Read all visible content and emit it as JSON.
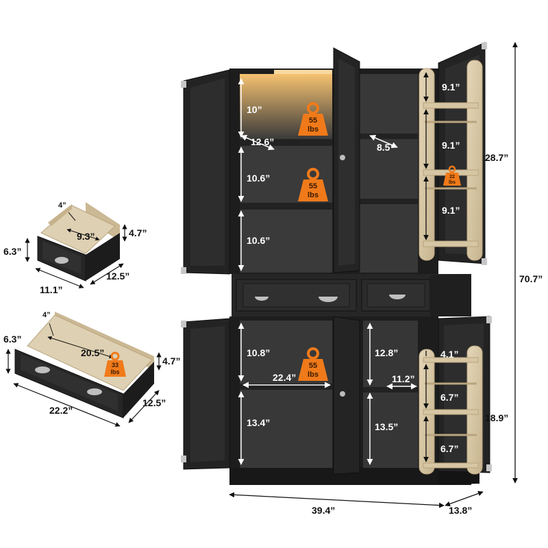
{
  "colors": {
    "cabinet": "#262626",
    "cabinet_dark": "#161616",
    "interior": "#3a3a3a",
    "wood": "#d9c9a8",
    "wood_edge": "#b9a47e",
    "weight_badge": "#f07a1a",
    "light": "#f3b45a",
    "dim_line": "#111111"
  },
  "overall": {
    "height": "70.7”",
    "width": "39.4”",
    "depth": "13.8”"
  },
  "upper_cabinet": {
    "left_shelf_heights": [
      "10”",
      "10.6”",
      "10.6”"
    ],
    "shelf_depth": "12.6”",
    "right_shelf_depth": "8.5”",
    "weight_1": {
      "value": "55",
      "unit": "lbs"
    },
    "weight_2": {
      "value": "55",
      "unit": "lbs"
    },
    "door_rack_heights": [
      "9.1”",
      "9.1”",
      "9.1”"
    ],
    "door_rack_total": "28.7”",
    "door_rack_weight": {
      "value": "22",
      "unit": "lbs"
    }
  },
  "lower_cabinet": {
    "left_heights": [
      "10.8”",
      "13.4”"
    ],
    "left_width": "22.4”",
    "right_heights": [
      "12.8”",
      "13.5”"
    ],
    "right_width": "11.2”",
    "weight": {
      "value": "55",
      "unit": "lbs"
    },
    "door_rack_heights": [
      "4.1”",
      "6.7”",
      "6.7”"
    ],
    "door_rack_total": "18.9”"
  },
  "small_drawer": {
    "inner_height": "4”",
    "inner_width": "9.3”",
    "side_height": "4.7”",
    "front_height": "6.3”",
    "width": "11.1”",
    "depth": "12.5”"
  },
  "large_drawer": {
    "inner_height": "4”",
    "inner_width": "20.5”",
    "side_height": "4.7”",
    "front_height": "6.3”",
    "width": "22.2”",
    "depth": "12.5”",
    "weight": {
      "value": "33",
      "unit": "lbs"
    }
  }
}
